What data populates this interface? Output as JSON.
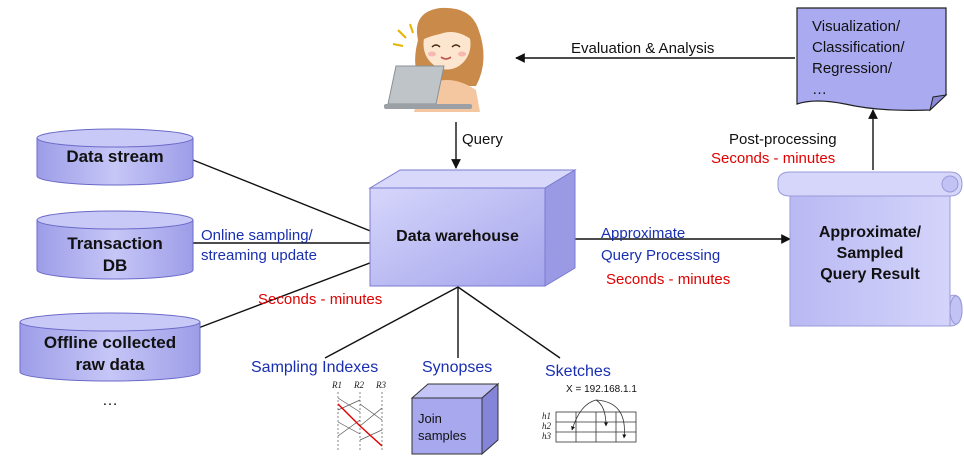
{
  "sources": [
    {
      "label": "Data stream"
    },
    {
      "label": "Transaction\nDB"
    },
    {
      "label": "Offline collected\nraw data"
    }
  ],
  "sources_more": "…",
  "user_icon": "user-laptop-icon",
  "warehouse_label": "Data warehouse",
  "edges": {
    "evaluation": "Evaluation & Analysis",
    "query": "Query",
    "online_sampling": "Online sampling/\nstreaming update",
    "sampling_time": "Seconds - minutes",
    "approx_processing": "Approximate\nQuery Processing",
    "processing_time": "Seconds - minutes",
    "post_processing": "Post-processing",
    "post_time": "Seconds - minutes"
  },
  "output_doc": {
    "lines": [
      "Visualization/",
      "Classification/",
      "Regression/",
      "…"
    ]
  },
  "result_scroll": {
    "label": "Approximate/\nSampled\nQuery Result"
  },
  "techniques": {
    "sampling_indexes": {
      "label": "Sampling Indexes",
      "columns": [
        "R1",
        "R2",
        "R3"
      ]
    },
    "synopses": {
      "label": "Synopses",
      "box_label": "Join\nsamples"
    },
    "sketches": {
      "label": "Sketches",
      "formula": "X = 192.168.1.1",
      "rows": [
        "h1",
        "h2",
        "h3"
      ]
    }
  },
  "colors": {
    "label_blue": "#1a2fb0",
    "time_red": "#e00000",
    "shape_fill": "#b3b3f2",
    "shape_edge": "#6a6ac8"
  }
}
